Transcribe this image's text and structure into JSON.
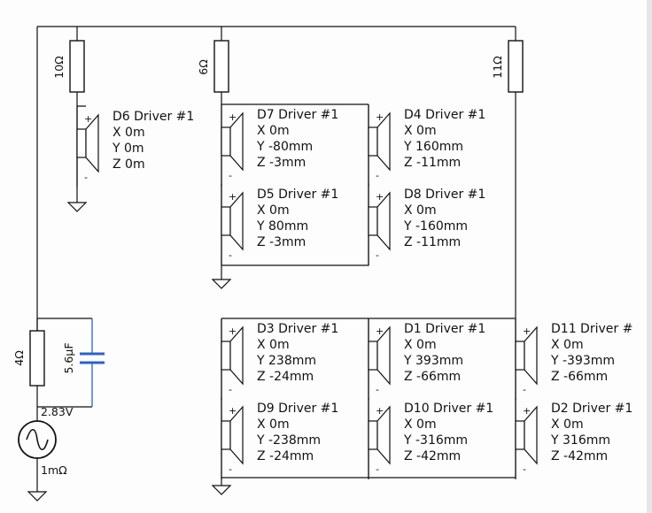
{
  "resistors": [
    {
      "id": "r10",
      "label": "10Ω"
    },
    {
      "id": "r6",
      "label": "6Ω"
    },
    {
      "id": "r11",
      "label": "11Ω"
    },
    {
      "id": "r4",
      "label": "4Ω"
    }
  ],
  "capacitor": {
    "label": "5.6µF"
  },
  "source": {
    "voltage": "2.83V",
    "resistance": "1mΩ"
  },
  "drivers": [
    {
      "name": "D6 Driver #1",
      "x": "X 0m",
      "y": "Y 0m",
      "z": "Z 0m"
    },
    {
      "name": "D7 Driver #1",
      "x": "X 0m",
      "y": "Y -80mm",
      "z": "Z -3mm"
    },
    {
      "name": "D4 Driver #1",
      "x": "X 0m",
      "y": "Y 160mm",
      "z": "Z -11mm"
    },
    {
      "name": "D5 Driver #1",
      "x": "X 0m",
      "y": "Y 80mm",
      "z": "Z -3mm"
    },
    {
      "name": "D8 Driver #1",
      "x": "X 0m",
      "y": "Y -160mm",
      "z": "Z -11mm"
    },
    {
      "name": "D3 Driver #1",
      "x": "X 0m",
      "y": "Y 238mm",
      "z": "Z -24mm"
    },
    {
      "name": "D1 Driver #1",
      "x": "X 0m",
      "y": "Y 393mm",
      "z": "Z -66mm"
    },
    {
      "name": "D11 Driver #",
      "x": "X 0m",
      "y": "Y -393mm",
      "z": "Z -66mm"
    },
    {
      "name": "D9 Driver #1",
      "x": "X 0m",
      "y": "Y -238mm",
      "z": "Z -24mm"
    },
    {
      "name": "D10 Driver #1",
      "x": "X 0m",
      "y": "Y -316mm",
      "z": "Z -42mm"
    },
    {
      "name": "D2 Driver #1",
      "x": "X 0m",
      "y": "Y 316mm",
      "z": "Z -42mm"
    }
  ],
  "polarity": {
    "plus": "+",
    "minus": "-"
  }
}
